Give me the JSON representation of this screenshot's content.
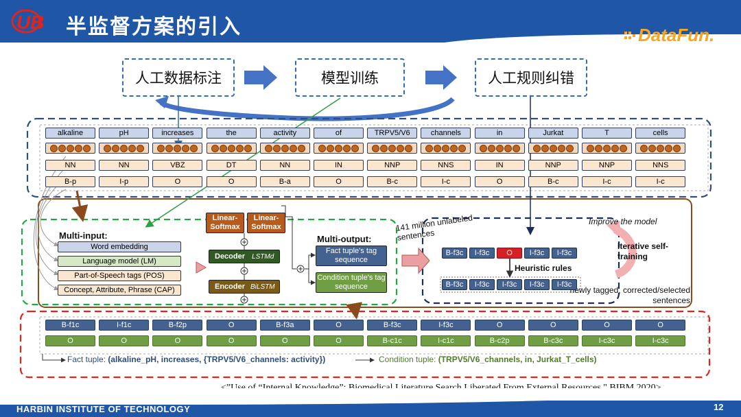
{
  "header": {
    "title": "半监督方案的引入",
    "brand": "DataFun.",
    "logo": "HIT-logo"
  },
  "colors": {
    "primary_blue": "#1f56a5",
    "brand_orange": "#f6a623",
    "dashed_navy": "#2e4f7c",
    "dashed_green": "#1faa3a",
    "dashed_red": "#e2231a",
    "frame_brown": "#8b4a1c"
  },
  "pipeline": {
    "steps": [
      "人工数据标注",
      "模型训练",
      "人工规则纠错"
    ]
  },
  "tokens": {
    "words": [
      "alkaline",
      "pH",
      "increases",
      "the",
      "activity",
      "of",
      "TRPV5/V6",
      "channels",
      "in",
      "Jurkat",
      "T",
      "cells"
    ],
    "pos": [
      "NN",
      "NN",
      "VBZ",
      "DT",
      "NN",
      "IN",
      "NNP",
      "NNS",
      "IN",
      "NNP",
      "NNP",
      "NNS"
    ],
    "bio": [
      "B-p",
      "I-p",
      "O",
      "O",
      "B-a",
      "O",
      "B-c",
      "I-c",
      "O",
      "B-c",
      "I-c",
      "I-c"
    ]
  },
  "model": {
    "multi_input_title": "Multi-input:",
    "inputs": [
      "Word embedding",
      "Language model (LM)",
      "Part-of-Speech tags (POS)",
      "Concept, Attribute, Phrase (CAP)"
    ],
    "encoder": "Encoder",
    "encoder_type": "BiLSTM",
    "decoder": "Decoder",
    "decoder_type": "LSTMd",
    "softmax1": "Linear-Softmax",
    "softmax2": "Linear-Softmax",
    "multi_output_title": "Multi-output:",
    "outputs": [
      "Fact tuple's tag sequence",
      "Condition tuple's tag sequence"
    ]
  },
  "self_training": {
    "unlabeled_note": "141 million unlabeled sentences",
    "improve_note": "Improve the model",
    "iterative_label": "Iterative self-training",
    "heuristic_label": "Heuristic rules",
    "newly_tagged_note": "newly tagged, corrected/selected sentences",
    "row_before": [
      "B-f3c",
      "I-f3c",
      "O",
      "I-f3c",
      "I-f3c"
    ],
    "row_after": [
      "B-f3c",
      "I-f3c",
      "I-f3c",
      "I-f3c",
      "I-f3c"
    ]
  },
  "outputs_grid": {
    "fact_tags": [
      "B-f1c",
      "I-f1c",
      "B-f2p",
      "O",
      "B-f3a",
      "O",
      "B-f3c",
      "I-f3c",
      "O",
      "O",
      "O",
      "O"
    ],
    "condition_tags": [
      "O",
      "O",
      "O",
      "O",
      "O",
      "O",
      "B-c1c",
      "I-c1c",
      "B-c2p",
      "B-c3c",
      "I-c3c",
      "I-c3c"
    ],
    "fact_label": "Fact tuple: ",
    "fact_value": "(alkaline_pH, increases, {TRPV5/V6_channels: activity})",
    "condition_label": "Condition tuple: ",
    "condition_value": "(TRPV5/V6_channels, in, Jurkat_T_cells)"
  },
  "citation": "<”Use of “Internal Knowledge”: Biomedical Literature Search Liberated From External Resources.\" BIBM 2020>",
  "footer": {
    "institution": "HARBIN INSTITUTE OF TECHNOLOGY",
    "page": "12"
  }
}
